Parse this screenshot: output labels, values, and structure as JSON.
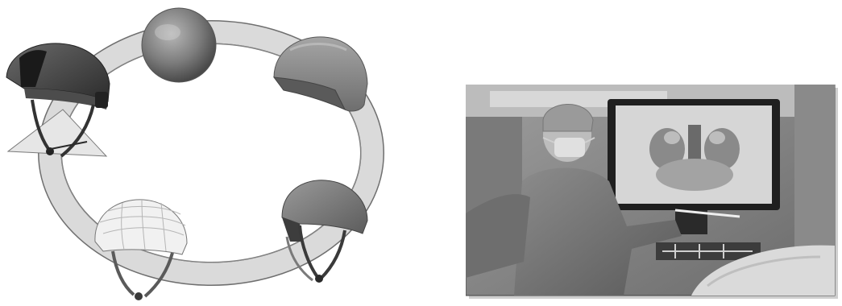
{
  "figure": {
    "left_panel": {
      "stages": [
        "sphere-model",
        "helmet-shell",
        "helmet-with-straps",
        "helmet-mesh-wireframe",
        "helmet-display-mounted"
      ],
      "ring_color": "#d9d9d9"
    },
    "right_panel": {
      "scene": "surgeon-operating-room-display"
    }
  }
}
